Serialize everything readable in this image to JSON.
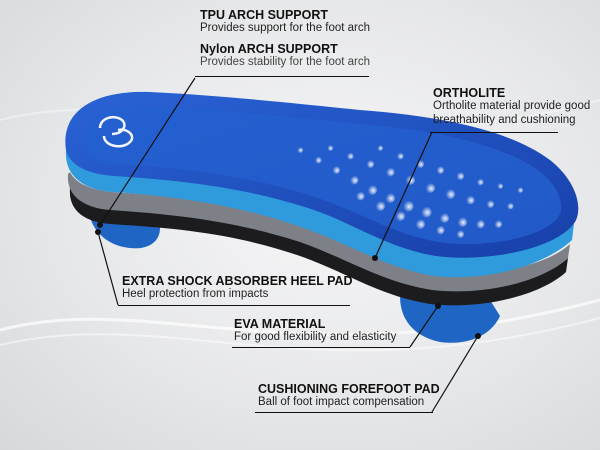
{
  "callouts": {
    "tpu": {
      "title": "TPU ARCH SUPPORT",
      "desc": "Provides support for the foot arch"
    },
    "nylon": {
      "title": "Nylon ARCH SUPPORT",
      "desc": "Provides stability for the foot arch"
    },
    "ortholite": {
      "title": "ORTHOLITE",
      "desc_line1": "Ortholite material provide good",
      "desc_line2": "breathability and cushioning"
    },
    "heel_pad": {
      "title": "EXTRA SHOCK ABSORBER HEEL PAD",
      "desc": "Heel protection from impacts"
    },
    "eva": {
      "title": "EVA MATERIAL",
      "desc": "For good flexibility and elasticity"
    },
    "forefoot": {
      "title": "CUSHIONING FOREFOOT PAD",
      "desc": "Ball of foot impact compensation"
    }
  },
  "colors": {
    "top_blue": "#1f54c9",
    "light_blue": "#2f9bdc",
    "grey_layer": "#7d8087",
    "black_layer": "#1c1c1f",
    "pad_blue": "#1f66c4"
  }
}
